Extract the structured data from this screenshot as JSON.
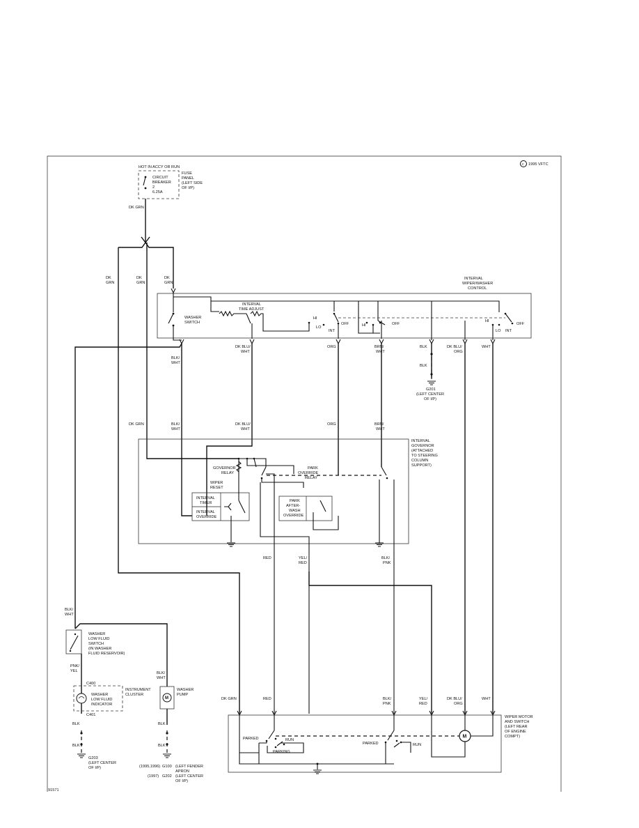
{
  "copyright": "1995 VFTC",
  "doc_id": "91571",
  "power": {
    "hot_label": "HOT IN ACCY OR RUN",
    "breaker_label": [
      "CIRCUIT",
      "BREAKER",
      "2",
      "6.25A"
    ],
    "fuse_panel_label": [
      "FUSE",
      "PANEL",
      "(LEFT SIDE",
      "OF I/P)"
    ],
    "main_wire": "DK GRN"
  },
  "branch_wires": {
    "left1": [
      "DK",
      "GRN"
    ],
    "left2": [
      "DK",
      "GRN"
    ],
    "left3": [
      "DK",
      "GRN"
    ]
  },
  "control": {
    "title": [
      "INTERVAL",
      "WIPER/WASHER",
      "CONTROL"
    ],
    "washer_switch": [
      "WASHER",
      "SWITCH"
    ],
    "time_adjust": [
      "INTERVAL",
      "TIME ADJUST"
    ],
    "pos_hi": "HI",
    "pos_lo": "LO",
    "pos_int": "INT",
    "pos_off": "OFF"
  },
  "control_wires": {
    "blk_wht": [
      "BLK/",
      "WHT"
    ],
    "dk_blu_wht": [
      "DK BLU/",
      "WHT"
    ],
    "org": "ORG",
    "brn_wht": [
      "BRN/",
      "WHT"
    ],
    "blk": "BLK",
    "dk_blu_org": [
      "DK BLU/",
      "ORG"
    ],
    "wht": "WHT"
  },
  "ground_g201": {
    "wire": "BLK",
    "name": [
      "G201",
      "(LEFT CENTER",
      "OF I/P)"
    ]
  },
  "governor_wires": {
    "dk_grn": "DK GRN",
    "blk_wht": [
      "BLK/",
      "WHT"
    ],
    "dk_blu_wht": [
      "DK BLU/",
      "WHT"
    ],
    "org": "ORG",
    "brn_wht": [
      "BRN/",
      "WHT"
    ]
  },
  "governor": {
    "title": [
      "INTERVAL",
      "GOVERNOR",
      "(ATTACHED",
      "TO STEERING",
      "COLUMN",
      "SUPPORT)"
    ],
    "governor_relay": [
      "GOVERNOR",
      "RELAY"
    ],
    "park_override_relay": [
      "PARK",
      "OVERRIDE",
      "RELAY"
    ],
    "wiper_reset": [
      "WIPER",
      "RESET"
    ],
    "interval_timer": [
      "INTERVAL",
      "TIMER"
    ],
    "interval_override": [
      "INTERVAL",
      "OVERRIDE"
    ],
    "park_after_wash": [
      "PARK",
      "AFTER-",
      "WASH",
      "OVERRIDE"
    ]
  },
  "governor_out_wires": {
    "red": "RED",
    "yel_red": [
      "YEL/",
      "RED"
    ],
    "blk_pnk": [
      "BLK/",
      "PNK"
    ]
  },
  "washer_circuit": {
    "in_wire": [
      "BLK/",
      "WHT"
    ],
    "low_fluid_switch": [
      "WASHER",
      "LOW FLUID",
      "SWITCH",
      "(IN WASHER",
      "FLUID RESERVOIR)"
    ],
    "pnk_yel": [
      "PNK/",
      "YEL"
    ],
    "c400": "C400",
    "c401": "C401",
    "indicator": [
      "WASHER",
      "LOW FLUID",
      "INDICATOR"
    ],
    "cluster": [
      "INSTRUMENT",
      "CLUSTER"
    ],
    "blk": "BLK",
    "g203": [
      "G203",
      "(LEFT CENTER",
      "OF I/P)"
    ],
    "pump_wire": [
      "BLK/",
      "WHT"
    ],
    "pump": [
      "WASHER",
      "PUMP"
    ],
    "pump_ground_wire": "BLK",
    "g100_year": "(1995,1996)",
    "g100": "G100",
    "g100_loc": [
      "(LEFT FENDER",
      "APRON"
    ],
    "g202_year": "(1997)",
    "g202": "G202",
    "g202_loc": [
      "(LEFT CENTER",
      "OF I/P)"
    ]
  },
  "motor_wires": {
    "dk_grn": "DK GRN",
    "red": "RED",
    "blk_pnk": [
      "BLK/",
      "PNK"
    ],
    "yel_red": [
      "YEL/",
      "RED"
    ],
    "dk_blu_org": [
      "DK BLU/",
      "ORG"
    ],
    "wht": "WHT"
  },
  "motor": {
    "title": [
      "WIPER MOTOR",
      "AND SWITCH",
      "(LEFT REAR",
      "OF ENGINE",
      "COMPT)"
    ],
    "parked1": "PARKED",
    "run1": "RUN",
    "parking": "PARKING",
    "parked2": "PARKED",
    "run2": "RUN"
  }
}
